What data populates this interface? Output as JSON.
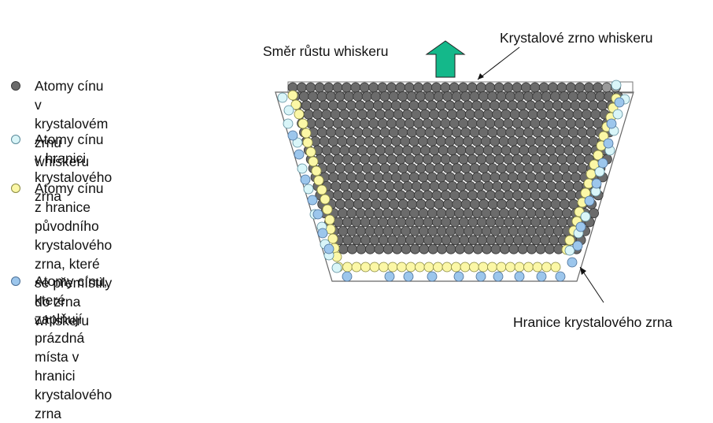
{
  "legend": {
    "items": [
      {
        "text": "Atomy cínu v krystalovém\nzrnu whiskeru",
        "color": "#6b6b6b",
        "border": "#3a3a3a"
      },
      {
        "text": "Atomy cínu v hranici\nkrystalového zrna",
        "color": "#d9f5f8",
        "border": "#5a8a9a"
      },
      {
        "text": "Atomy cínu z hranice\npůvodního krystalového\nzrna, které se přemístily\ndo zrna whiskeru",
        "color": "#fbf7a6",
        "border": "#8a8a40"
      },
      {
        "text": "Atomy cínu, které zaplňují\nprázdná místa v hranici\nkrystalového zrna",
        "color": "#9cc6ec",
        "border": "#4a6e96"
      }
    ]
  },
  "labels": {
    "growth_direction": "Směr růstu whiskeru",
    "grain": "Krystalové zrno whiskeru",
    "boundary": "Hranice krystalového zrna"
  },
  "colors": {
    "grain_atom": "#6b6b6b",
    "boundary_atom": "#d9f5f8",
    "moved_atom": "#fbf7a6",
    "vacancy_atom": "#9cc6ec",
    "arrow_fill": "#14b88a"
  }
}
